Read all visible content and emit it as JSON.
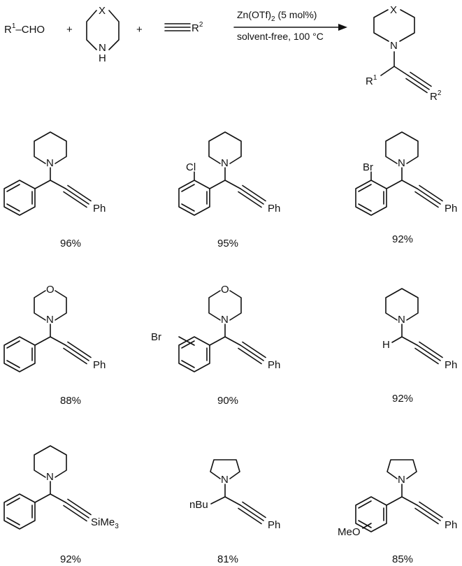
{
  "scheme": {
    "reactant_aldehyde": {
      "r": "R",
      "r_sup": "1",
      "suffix": "–CHO"
    },
    "plus": "+",
    "amine_x": "X",
    "amine_n": "N",
    "amine_h": "H",
    "alkyne_r": "R",
    "alkyne_r_sup": "2",
    "catalyst": {
      "main": "Zn(OTf)",
      "sub": "2",
      "rest": " (5 mol%)"
    },
    "conditions": "solvent-free, 100 °C",
    "product": {
      "x": "X",
      "n": "N",
      "r1": "R",
      "r1_sup": "1",
      "r2": "R",
      "r2_sup": "2"
    }
  },
  "products": [
    {
      "amine_n": "N",
      "terminal": "Ph",
      "yield": "96%"
    },
    {
      "amine_n": "N",
      "substituent": "Cl",
      "terminal": "Ph",
      "yield": "95%"
    },
    {
      "amine_n": "N",
      "substituent": "Br",
      "terminal": "Ph",
      "yield": "92%"
    },
    {
      "amine_o": "O",
      "amine_n": "N",
      "terminal": "Ph",
      "yield": "88%"
    },
    {
      "amine_o": "O",
      "amine_n": "N",
      "substituent": "Br",
      "terminal": "Ph",
      "yield": "90%"
    },
    {
      "amine_n": "N",
      "substituent": "H",
      "terminal": "Ph",
      "yield": "92%"
    },
    {
      "amine_n": "N",
      "terminal": "SiMe",
      "terminal_sub": "3",
      "yield": "92%"
    },
    {
      "amine_n": "N",
      "substituent": "nBu",
      "terminal": "Ph",
      "yield": "81%"
    },
    {
      "amine_n": "N",
      "substituent": "MeO",
      "terminal": "Ph",
      "yield": "85%"
    }
  ]
}
